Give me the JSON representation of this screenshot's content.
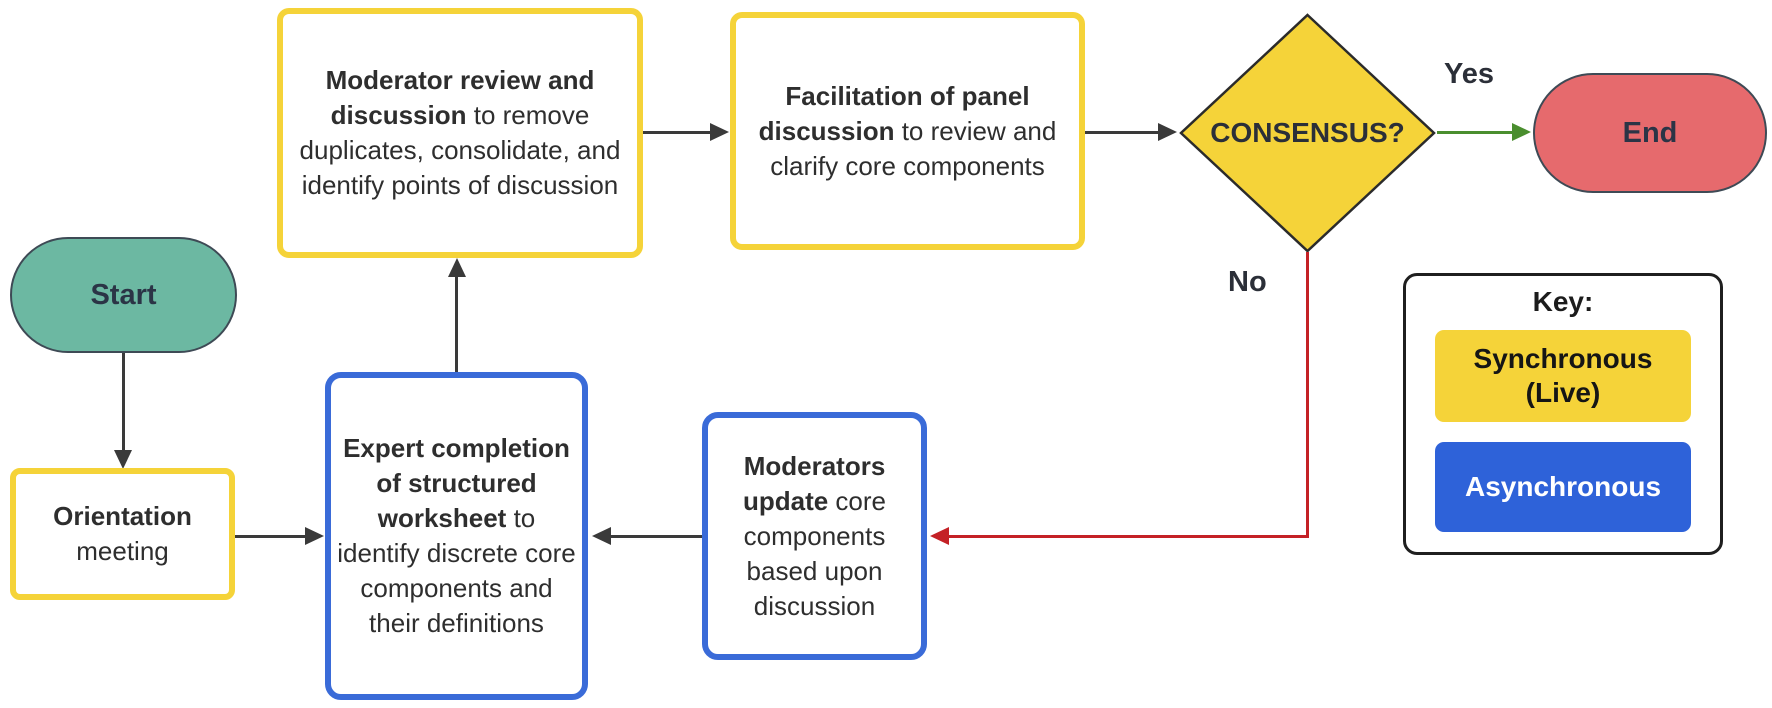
{
  "diagram": "consensus-process-flowchart",
  "colors": {
    "synchronous_yellow": "#F5D339",
    "asynchronous_blue": "#3A6BD8",
    "key_blue_fill": "#2E62D9",
    "start_green": "#6CB8A2",
    "end_red": "#E66A6D",
    "arrow_black": "#3A3A3A",
    "arrow_green": "#4A8E2E",
    "arrow_red": "#C42126"
  },
  "nodes": {
    "start": {
      "label": "Start"
    },
    "orientation": {
      "bold": "Orientation",
      "rest": " meeting"
    },
    "expert_worksheet": {
      "bold": "Expert completion of structured worksheet",
      "rest": " to identify discrete core components and their definitions"
    },
    "moderator_review": {
      "bold": "Moderator review and discussion",
      "rest": " to remove duplicates, consolidate, and identify points of discussion"
    },
    "panel_discussion": {
      "bold": "Facilitation of panel discussion",
      "rest": " to review and clarify core components"
    },
    "moderators_update": {
      "bold": "Moderators update",
      "rest": " core components based upon discussion"
    },
    "consensus": {
      "label": "CONSENSUS?"
    },
    "end": {
      "label": "End"
    }
  },
  "edges": {
    "yes_label": "Yes",
    "no_label": "No"
  },
  "key": {
    "title": "Key:",
    "items": [
      {
        "label": "Synchronous (Live)",
        "type": "synchronous"
      },
      {
        "label": "Asynchronous",
        "type": "asynchronous"
      }
    ]
  }
}
